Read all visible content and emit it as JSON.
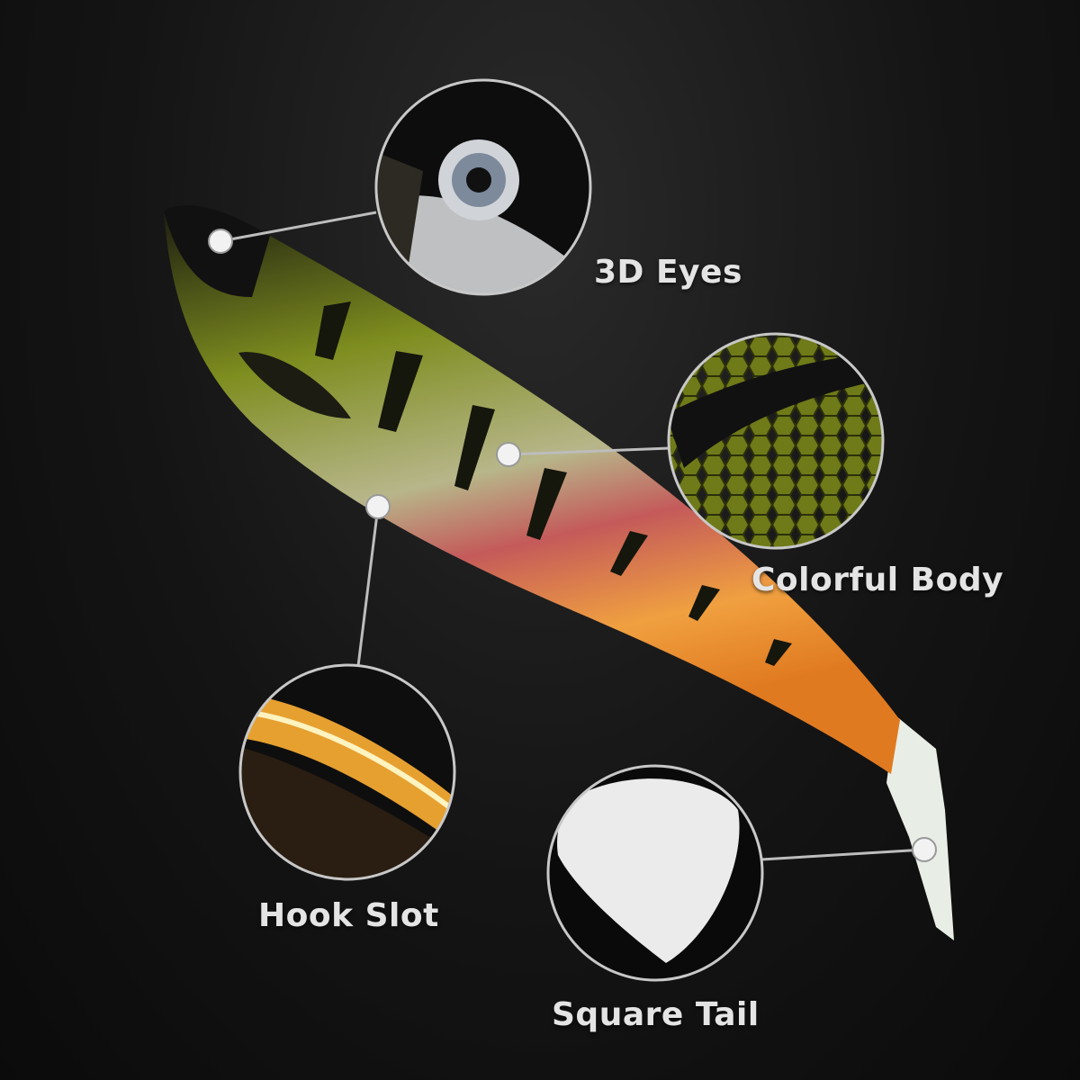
{
  "features": [
    {
      "id": "eyes",
      "label": "3D Eyes"
    },
    {
      "id": "body",
      "label": "Colorful Body"
    },
    {
      "id": "hook",
      "label": "Hook Slot"
    },
    {
      "id": "tail",
      "label": "Square Tail"
    }
  ],
  "colors": {
    "line": "#bdbdbd",
    "label": "#e4e4e4",
    "body_green": "#7a8a1e",
    "belly_orange": "#e88a2a",
    "tail_white": "#e8eee6"
  }
}
